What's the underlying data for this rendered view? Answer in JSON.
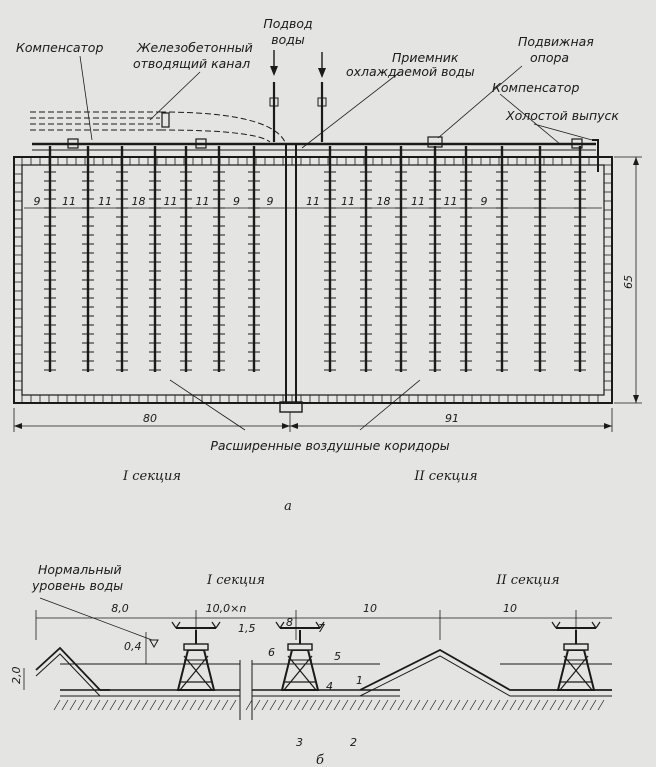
{
  "top": {
    "labels": {
      "kompensator_left": "Компенсатор",
      "channel_l1": "Железобетонный",
      "channel_l2": "отводящий канал",
      "supply_l1": "Подвод",
      "supply_l2": "воды",
      "receiver_l1": "Приемник",
      "receiver_l2": "охлаждаемой воды",
      "support_l1": "Подвижная",
      "support_l2": "опора",
      "kompensator_right": "Компенсатор",
      "idle_outlet": "Холостой выпуск",
      "corridors": "Расширенные воздушные коридоры",
      "section1": "I секция",
      "section2": "II секция",
      "caption": "а"
    },
    "spacings": [
      "9",
      "11",
      "11",
      "18",
      "11",
      "11",
      "9",
      "9",
      "11",
      "11",
      "18",
      "11",
      "11",
      "9"
    ],
    "dims": {
      "left": "80",
      "right": "91",
      "height": "65"
    }
  },
  "bottom": {
    "labels": {
      "normal_l1": "Нормальный",
      "normal_l2": "уровень воды",
      "section1": "I секция",
      "section2": "II секция",
      "d80": "8,0",
      "d10n": "10,0×n",
      "d10a": "10",
      "d10b": "10",
      "d04": "0,4",
      "d15": "1,5",
      "d20": "2,0",
      "n1": "1",
      "n2": "2",
      "n3": "3",
      "n4": "4",
      "n5": "5",
      "n6": "6",
      "n7": "7",
      "n8": "8",
      "caption": "б"
    }
  }
}
